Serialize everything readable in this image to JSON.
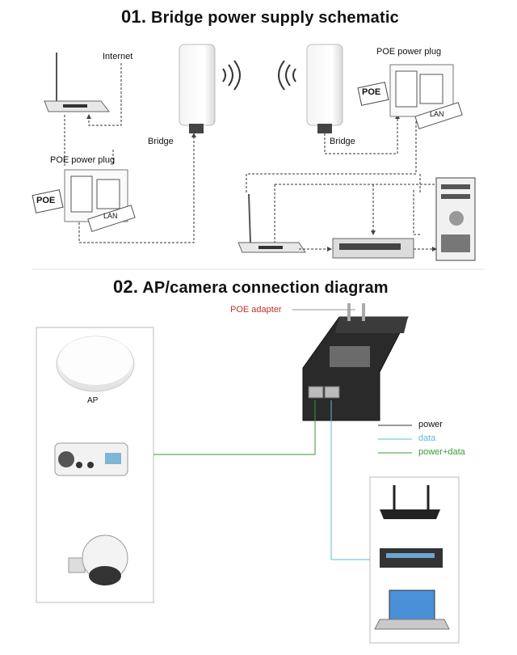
{
  "section1": {
    "number": "01.",
    "title": "Bridge power supply schematic",
    "labels": {
      "internet": "Internet",
      "bridge_left": "Bridge",
      "bridge_right": "Bridge",
      "poe_plug_left": "POE power plug",
      "poe_plug_right": "POE power plug",
      "poe_badge": "POE",
      "lan_badge": "LAN"
    }
  },
  "section2": {
    "number": "02.",
    "title": "AP/camera connection diagram",
    "labels": {
      "poe_adapter": "POE adapter",
      "ap": "AP"
    },
    "legend": [
      {
        "label": "power",
        "color": "#333333"
      },
      {
        "label": "data",
        "color": "#5bbcd6"
      },
      {
        "label": "power+data",
        "color": "#3a9a3a"
      }
    ]
  },
  "colors": {
    "wire": "#333333",
    "wire_light": "#888888",
    "frame": "#bbbbbb"
  }
}
